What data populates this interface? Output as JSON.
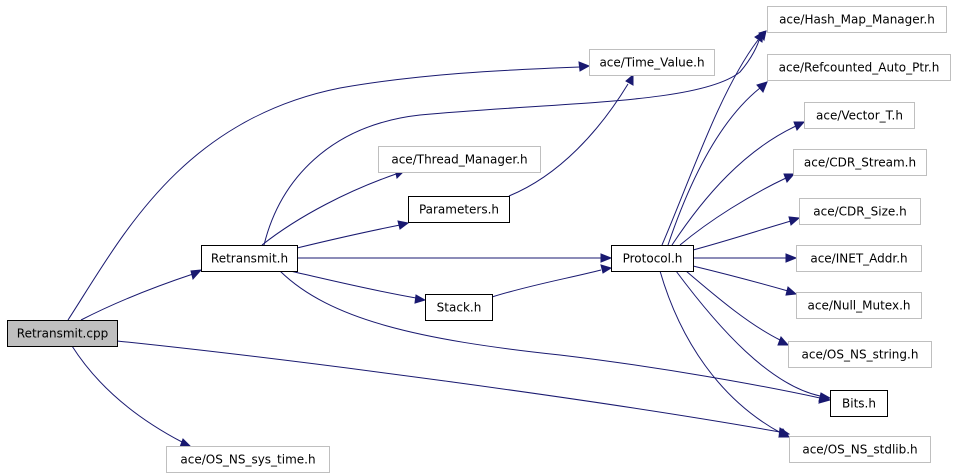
{
  "diagram": {
    "nodes": [
      {
        "id": "retransmit_cpp",
        "label": "Retransmit.cpp",
        "style": "root"
      },
      {
        "id": "retransmit_h",
        "label": "Retransmit.h",
        "style": "solid"
      },
      {
        "id": "time_value",
        "label": "ace/Time_Value.h",
        "style": "external"
      },
      {
        "id": "hash_map",
        "label": "ace/Hash_Map_Manager.h",
        "style": "external"
      },
      {
        "id": "refcounted",
        "label": "ace/Refcounted_Auto_Ptr.h",
        "style": "external"
      },
      {
        "id": "vector_t",
        "label": "ace/Vector_T.h",
        "style": "external"
      },
      {
        "id": "cdr_stream",
        "label": "ace/CDR_Stream.h",
        "style": "external"
      },
      {
        "id": "cdr_size",
        "label": "ace/CDR_Size.h",
        "style": "external"
      },
      {
        "id": "inet_addr",
        "label": "ace/INET_Addr.h",
        "style": "external"
      },
      {
        "id": "null_mutex",
        "label": "ace/Null_Mutex.h",
        "style": "external"
      },
      {
        "id": "os_string",
        "label": "ace/OS_NS_string.h",
        "style": "external"
      },
      {
        "id": "bits_h",
        "label": "Bits.h",
        "style": "solid"
      },
      {
        "id": "os_stdlib",
        "label": "ace/OS_NS_stdlib.h",
        "style": "external"
      },
      {
        "id": "thread_mgr",
        "label": "ace/Thread_Manager.h",
        "style": "external"
      },
      {
        "id": "parameters_h",
        "label": "Parameters.h",
        "style": "solid"
      },
      {
        "id": "protocol_h",
        "label": "Protocol.h",
        "style": "solid"
      },
      {
        "id": "stack_h",
        "label": "Stack.h",
        "style": "solid"
      },
      {
        "id": "os_sys_time",
        "label": "ace/OS_NS_sys_time.h",
        "style": "external"
      }
    ],
    "edges": [
      {
        "from": "retransmit_cpp",
        "to": "retransmit_h"
      },
      {
        "from": "retransmit_cpp",
        "to": "time_value"
      },
      {
        "from": "retransmit_cpp",
        "to": "os_stdlib"
      },
      {
        "from": "retransmit_cpp",
        "to": "os_sys_time"
      },
      {
        "from": "retransmit_h",
        "to": "hash_map"
      },
      {
        "from": "retransmit_h",
        "to": "thread_mgr"
      },
      {
        "from": "retransmit_h",
        "to": "parameters_h"
      },
      {
        "from": "retransmit_h",
        "to": "protocol_h"
      },
      {
        "from": "retransmit_h",
        "to": "stack_h"
      },
      {
        "from": "retransmit_h",
        "to": "bits_h"
      },
      {
        "from": "parameters_h",
        "to": "time_value"
      },
      {
        "from": "stack_h",
        "to": "protocol_h"
      },
      {
        "from": "protocol_h",
        "to": "hash_map"
      },
      {
        "from": "protocol_h",
        "to": "refcounted"
      },
      {
        "from": "protocol_h",
        "to": "vector_t"
      },
      {
        "from": "protocol_h",
        "to": "cdr_stream"
      },
      {
        "from": "protocol_h",
        "to": "cdr_size"
      },
      {
        "from": "protocol_h",
        "to": "inet_addr"
      },
      {
        "from": "protocol_h",
        "to": "null_mutex"
      },
      {
        "from": "protocol_h",
        "to": "os_string"
      },
      {
        "from": "protocol_h",
        "to": "bits_h"
      },
      {
        "from": "protocol_h",
        "to": "os_stdlib"
      }
    ],
    "colors": {
      "edge": "#191970",
      "root_fill": "#bfbfbf",
      "root_border": "#000000",
      "solid_border": "#000000",
      "external_border": "#bfbfbf",
      "text": "#000000"
    }
  }
}
